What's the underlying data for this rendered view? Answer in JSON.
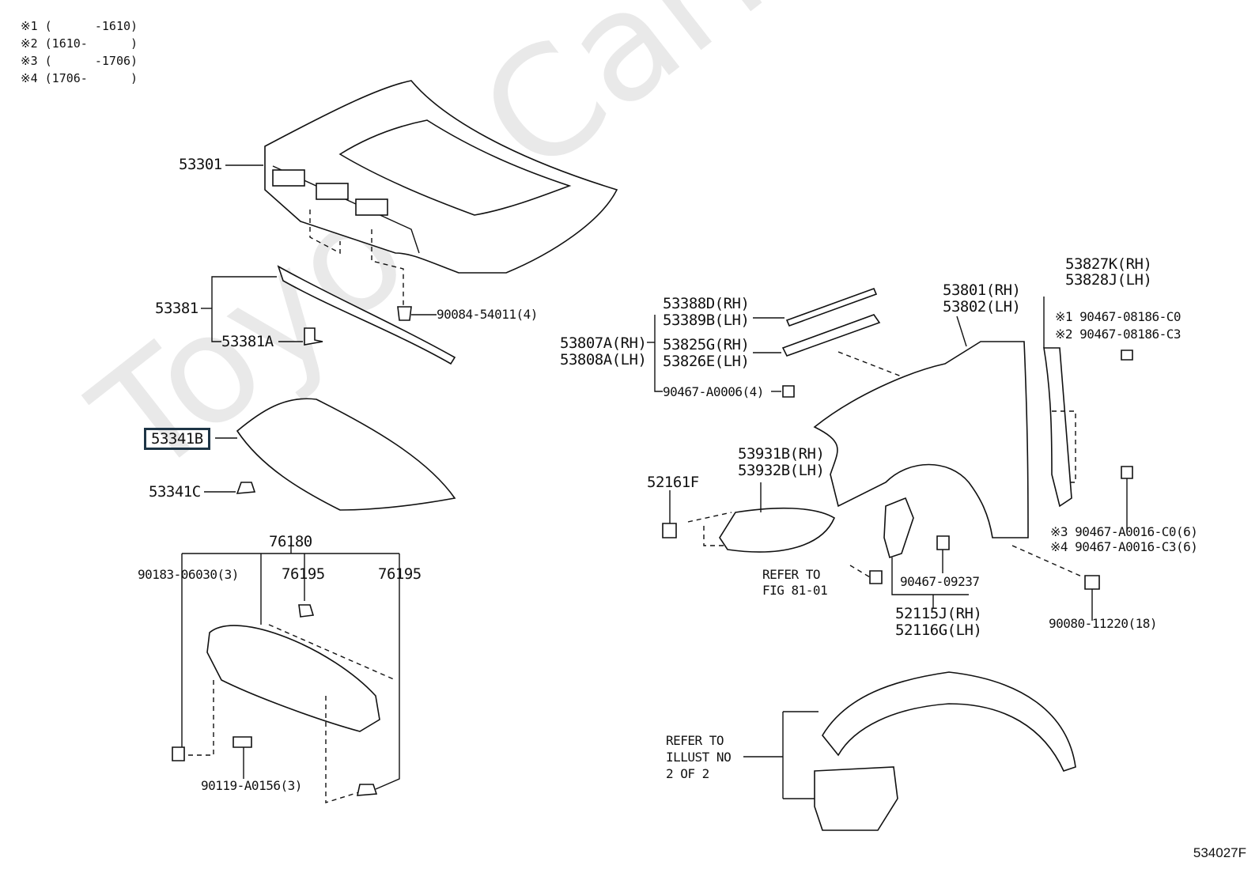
{
  "legend": [
    "※1 (      -1610)",
    "※2 (1610-      )",
    "※3 (      -1706)",
    "※4 (1706-      )"
  ],
  "watermark": "ToyotaCarMine.ru",
  "diagram_code": "534027F",
  "highlight_color": "#1e3546",
  "labels": {
    "p53301": "53301",
    "p53381": "53381",
    "p53381A": "53381A",
    "p90084": "90084-54011(4)",
    "p53341B": "53341B",
    "p53341C": "53341C",
    "p76180": "76180",
    "p90183": "90183-06030(3)",
    "p76195a": "76195",
    "p76195b": "76195",
    "p90119": "90119-A0156(3)",
    "p53388D": "53388D(RH)",
    "p53389B": "53389B(LH)",
    "p53807A": "53807A(RH)",
    "p53808A": "53808A(LH)",
    "p53825G": "53825G(RH)",
    "p53826E": "53826E(LH)",
    "p90467A6": "90467-A0006(4)",
    "p53801": "53801(RH)",
    "p53802": "53802(LH)",
    "p53827K": "53827K(RH)",
    "p53828J": "53828J(LH)",
    "p90467C0": "※1 90467-08186-C0",
    "p90467C3": "※2 90467-08186-C3",
    "p53931B": "53931B(RH)",
    "p53932B": "53932B(LH)",
    "p52161F": "52161F",
    "p90467A16C0": "※3 90467-A0016-C0(6)",
    "p90467A16C3": "※4 90467-A0016-C3(6)",
    "p90467_09237": "90467-09237",
    "refer1a": "REFER TO",
    "refer1b": "FIG 81-01",
    "p52115J": "52115J(RH)",
    "p52116G": "52116G(LH)",
    "p90080": "90080-11220(18)",
    "refer2a": "REFER TO",
    "refer2b": "ILLUST NO",
    "refer2c": "2 OF 2"
  }
}
